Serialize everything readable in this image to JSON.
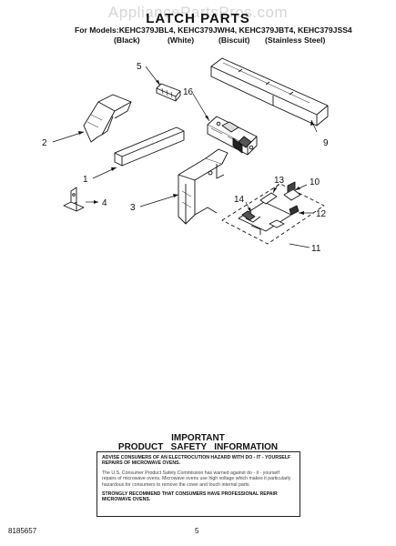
{
  "watermark": "AppliancePartsPros.com",
  "header": {
    "title": "LATCH PARTS",
    "models_line": "For Models:KEHC379JBL4, KEHC379JWH4, KEHC379JBT4, KEHC379JSS4",
    "colors": [
      "(Black)",
      "(White)",
      "(Biscuit)",
      "(Stainless Steel)"
    ]
  },
  "diagram": {
    "callouts": [
      "1",
      "2",
      "3",
      "4",
      "5",
      "9",
      "10",
      "11",
      "12",
      "13",
      "14",
      "16"
    ]
  },
  "safety": {
    "heading_1": "IMPORTANT",
    "heading_2": "PRODUCT   SAFETY   INFORMATION",
    "para_1": "ADVISE CONSUMERS OF AN ELECTROCUTION HAZARD WITH DO - IT - YOURSELF REPAIRS OF MICROWAVE OVENS.",
    "para_2": "The U.S. Consumer Product Safety Commission has warned against do - it - yourself repairs of microwave ovens. Microwave ovens use high voltage which makes it particularly hazardous for consumers to remove the cover and touch internal parts.",
    "para_3": "STRONGLY RECOMMEND THAT CONSUMERS HAVE PROFESSIONAL REPAIR MICROWAVE OVENS."
  },
  "footer": {
    "part_number": "8185657",
    "page_number": "5"
  }
}
